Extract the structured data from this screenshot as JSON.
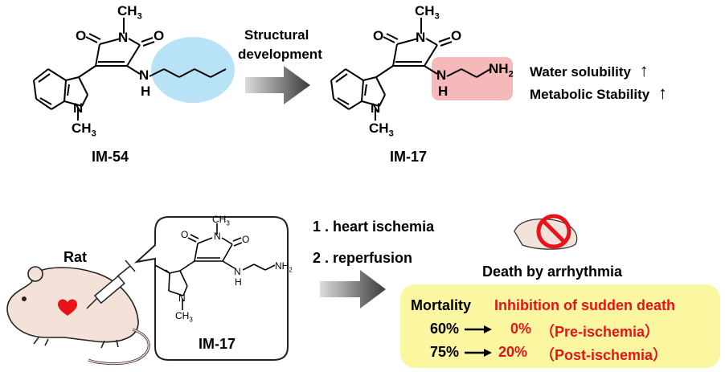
{
  "top": {
    "compound1": "IM-54",
    "arrow_label_line1": "Structural",
    "arrow_label_line2": "development",
    "compound2": "IM-17",
    "property1": "Water solubility",
    "property2": "Metabolic  Stability",
    "property_arrow": "↑"
  },
  "atoms": {
    "methyl": "CH",
    "methyl_sub": "3",
    "nitrogen": "N",
    "oxygen": "O",
    "amine_h": "H",
    "nh2": "NH",
    "nh2_sub": "2"
  },
  "bottom": {
    "animal": "Rat",
    "callout_compound": "IM-17",
    "step1": "1 . heart ischemia",
    "step2": "2 . reperfusion",
    "outcome": "Death by arrhythmia",
    "mortality_header": "Mortality",
    "inhibition_header": "Inhibition  of sudden death",
    "rows": [
      {
        "mortality": "60%",
        "inhibition": "0%",
        "condition": "（Pre-ischemia）"
      },
      {
        "mortality": "75%",
        "inhibition": "20%",
        "condition": "（Post-ischemia）"
      }
    ]
  },
  "colors": {
    "alkyl_highlight": "#b8e3f7",
    "amine_highlight": "#f6b8b8",
    "results_box": "#fbf6a0",
    "accent_red": "#e8121a",
    "arrow_gradient_start": "#d9d9d9",
    "arrow_gradient_end": "#3b3b3b"
  }
}
